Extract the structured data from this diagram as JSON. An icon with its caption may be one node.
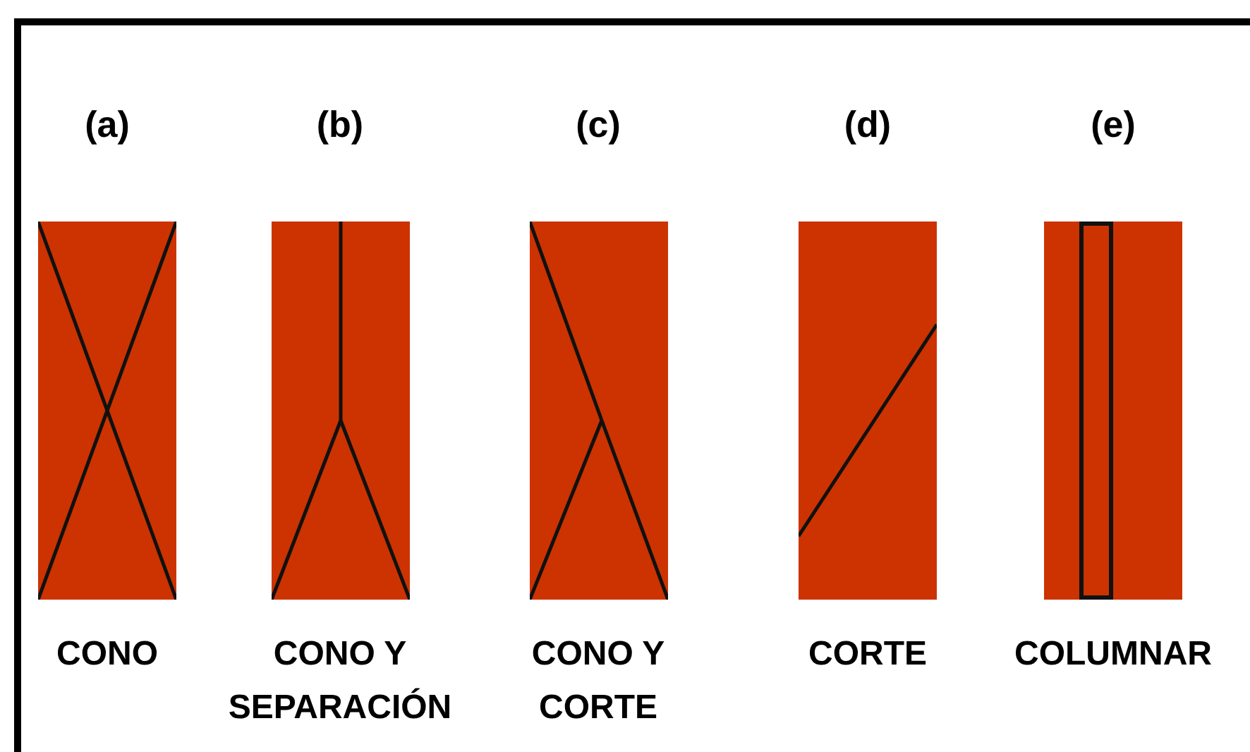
{
  "diagram": {
    "nodes": [
      {
        "text": [
          "(a)",
          "CONO"
        ]
      },
      {
        "text": [
          "(b)",
          "CONO Y SEPARACIÓN"
        ]
      },
      {
        "text": [
          "(c)",
          "CONO Y CORTE"
        ]
      },
      {
        "text": [
          "(d)",
          "CORTE"
        ]
      },
      {
        "text": [
          "(e)",
          "COLUMNAR"
        ]
      }
    ]
  }
}
